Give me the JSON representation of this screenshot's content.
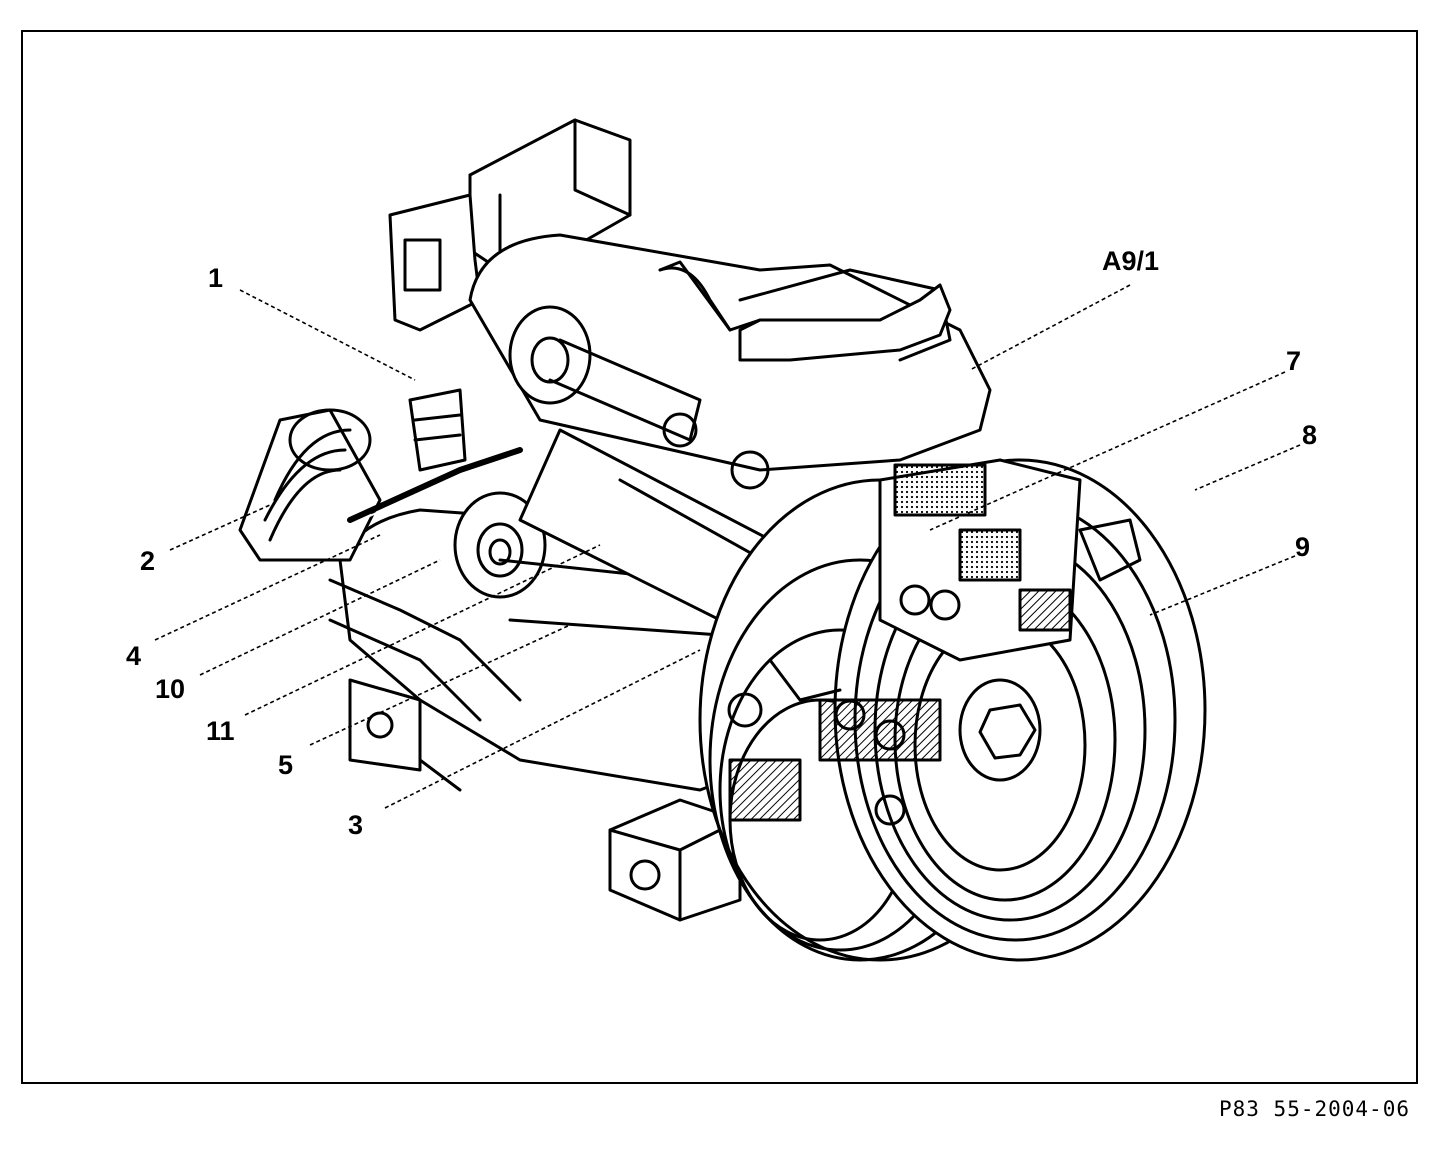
{
  "figure": {
    "reference_code": "P83 55-2004-06",
    "colors": {
      "ink": "#000000",
      "paper": "#ffffff"
    }
  },
  "callouts": [
    {
      "id": "1",
      "label": "1"
    },
    {
      "id": "2",
      "label": "2"
    },
    {
      "id": "3",
      "label": "3"
    },
    {
      "id": "4",
      "label": "4"
    },
    {
      "id": "5",
      "label": "5"
    },
    {
      "id": "7",
      "label": "7"
    },
    {
      "id": "8",
      "label": "8"
    },
    {
      "id": "9",
      "label": "9"
    },
    {
      "id": "10",
      "label": "10"
    },
    {
      "id": "11",
      "label": "11"
    },
    {
      "id": "a9-1",
      "label": "A9/1"
    }
  ]
}
